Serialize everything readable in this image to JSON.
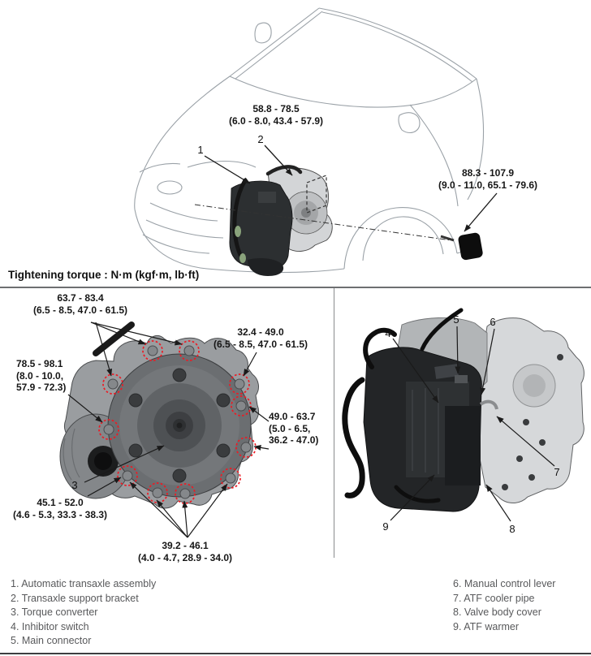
{
  "heading": {
    "torque_note": "Tightening torque : N·m (kgf·m, lb·ft)"
  },
  "top_view": {
    "label_1": "1",
    "label_2": "2",
    "bracket_torque": {
      "nm": "58.8 - 78.5",
      "sub": "(6.0 - 8.0, 43.4 - 57.9)"
    },
    "roll_rod_torque": {
      "nm": "88.3 - 107.9",
      "sub": "(9.0 - 11.0, 65.1 - 79.6)"
    }
  },
  "left_view": {
    "label_3": "3",
    "torques": [
      {
        "nm": "63.7 - 83.4",
        "sub1": "(6.5 - 8.5, 47.0 - 61.5)"
      },
      {
        "nm": "32.4 - 49.0",
        "sub1": "(6.5 - 8.5, 47.0 - 61.5)"
      },
      {
        "nm": "78.5 - 98.1",
        "sub1": "(8.0 - 10.0,",
        "sub2": "57.9 - 72.3)"
      },
      {
        "nm": "49.0 - 63.7",
        "sub1": "(5.0 - 6.5,",
        "sub2": "36.2 - 47.0)"
      },
      {
        "nm": "45.1 - 52.0",
        "sub1": "(4.6 - 5.3, 33.3 - 38.3)"
      },
      {
        "nm": "39.2 - 46.1",
        "sub1": "(4.0 - 4.7, 28.9 - 34.0)"
      }
    ]
  },
  "right_view": {
    "labels": [
      "4",
      "5",
      "6",
      "7",
      "8",
      "9"
    ]
  },
  "legend": {
    "items": [
      "1. Automatic transaxle assembly",
      "2. Transaxle support bracket",
      "3. Torque converter",
      "4. Inhibitor switch",
      "5. Main connector",
      "6. Manual control lever",
      "7. ATF cooler pipe",
      "8. Valve body cover",
      "9. ATF warmer"
    ]
  },
  "colors": {
    "accent_red": "#ec1b24",
    "legend_text": "#58595b",
    "line": "#1a1a1a"
  }
}
